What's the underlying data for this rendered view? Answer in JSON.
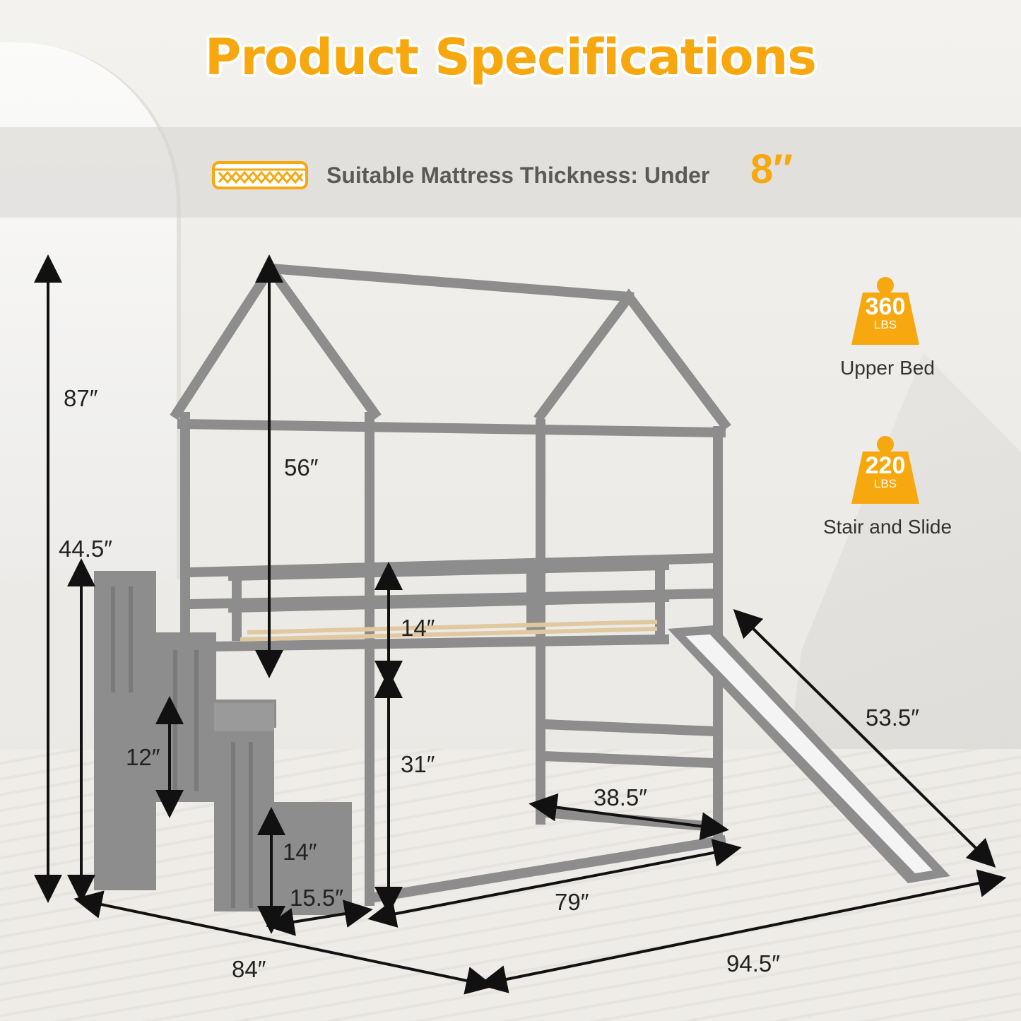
{
  "title": "Product Specifications",
  "mattress": {
    "text": "Suitable Mattress Thickness: Under",
    "value": "8″",
    "icon": "mattress-icon"
  },
  "dimensions": {
    "overall_height": "87″",
    "stair_height": "44.5″",
    "roof_height": "56″",
    "guardrail_height": "14″",
    "underbed_clearance": "31″",
    "step_height": "12″",
    "bottom_step_height": "14″",
    "step_depth": "15.5″",
    "ladder_width": "38.5″",
    "bed_length": "79″",
    "overall_width": "84″",
    "overall_length": "94.5″",
    "slide_length": "53.5″"
  },
  "capacity": [
    {
      "value": "360",
      "unit": "LBS",
      "label": "Upper Bed",
      "icon": "weight-icon"
    },
    {
      "value": "220",
      "unit": "LBS",
      "label": "Stair and Slide",
      "icon": "weight-icon"
    }
  ],
  "colors": {
    "accent": "#f6a80e",
    "frame": "#8a8a8a",
    "text": "#222222"
  }
}
